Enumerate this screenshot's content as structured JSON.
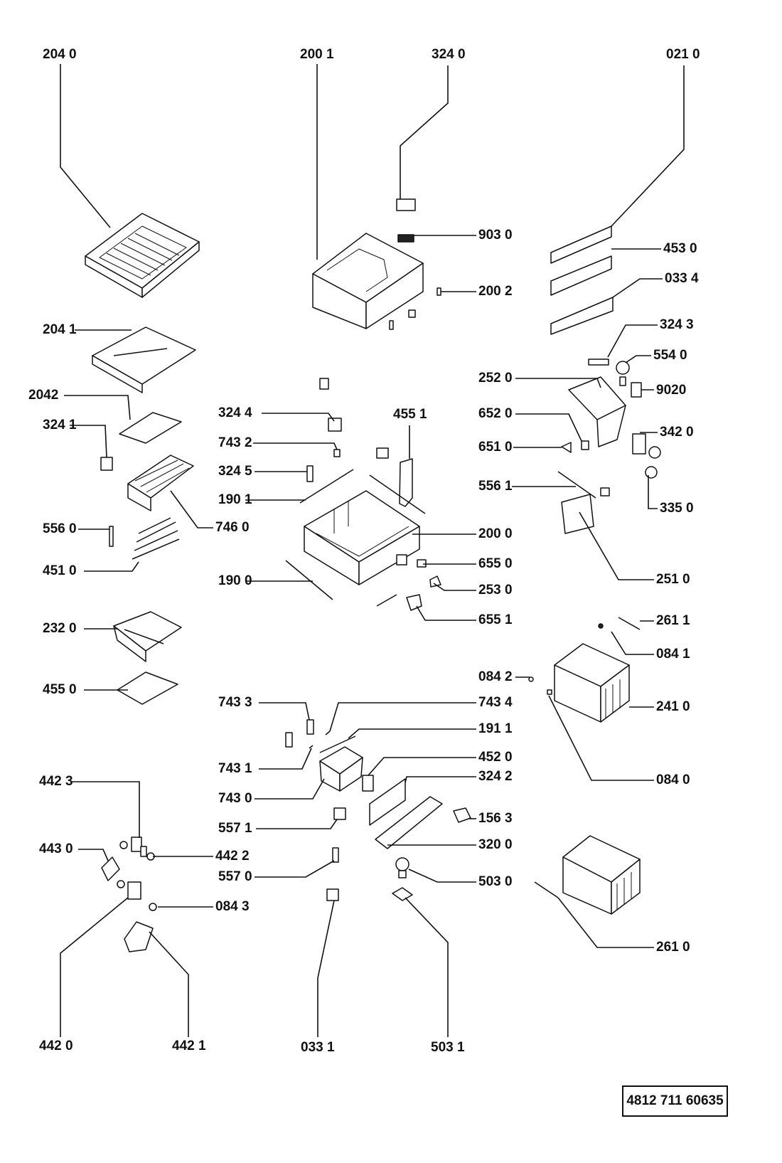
{
  "diagram": {
    "labels": {
      "l2040": "204 0",
      "l2001": "200 1",
      "l3240": "324 0",
      "l0210": "021 0",
      "l9030": "903 0",
      "l4530": "453 0",
      "l2002": "200 2",
      "l0334": "033 4",
      "l2041": "204 1",
      "l3243": "324 3",
      "l5540": "554 0",
      "l2520": "252 0",
      "l9020": "9020",
      "l2042": "2042",
      "l3244": "324 4",
      "l4551": "455 1",
      "l6520": "652 0",
      "l3241": "324 1",
      "l7432": "743 2",
      "l3420": "342 0",
      "l6510": "651 0",
      "l3245": "324 5",
      "l1901": "190 1",
      "l5561": "556 1",
      "l7460": "746 0",
      "l3350": "335 0",
      "l5560": "556 0",
      "l2000": "200 0",
      "l4510": "451 0",
      "l6550": "655 0",
      "l1900": "190 0",
      "l2530": "253 0",
      "l2510": "251 0",
      "l6551": "655 1",
      "l2320": "232 0",
      "l2611": "261 1",
      "l0841": "084 1",
      "l0842": "084 2",
      "l4550": "455 0",
      "l7433": "743 3",
      "l7434": "743 4",
      "l2410": "241 0",
      "l1911": "191 1",
      "l7431": "743 1",
      "l4520": "452 0",
      "l4423": "442 3",
      "l7430": "743 0",
      "l3242": "324 2",
      "l0840": "084 0",
      "l5571": "557 1",
      "l1563": "156 3",
      "l4430": "443 0",
      "l4422": "442 2",
      "l3200": "320 0",
      "l5570": "557 0",
      "l5030": "503 0",
      "l0843": "084 3",
      "l2610": "261 0",
      "l4420": "442 0",
      "l4421": "442 1",
      "l0331": "033 1",
      "l5031": "503 1"
    },
    "reference_number": "4812 711 60635"
  }
}
